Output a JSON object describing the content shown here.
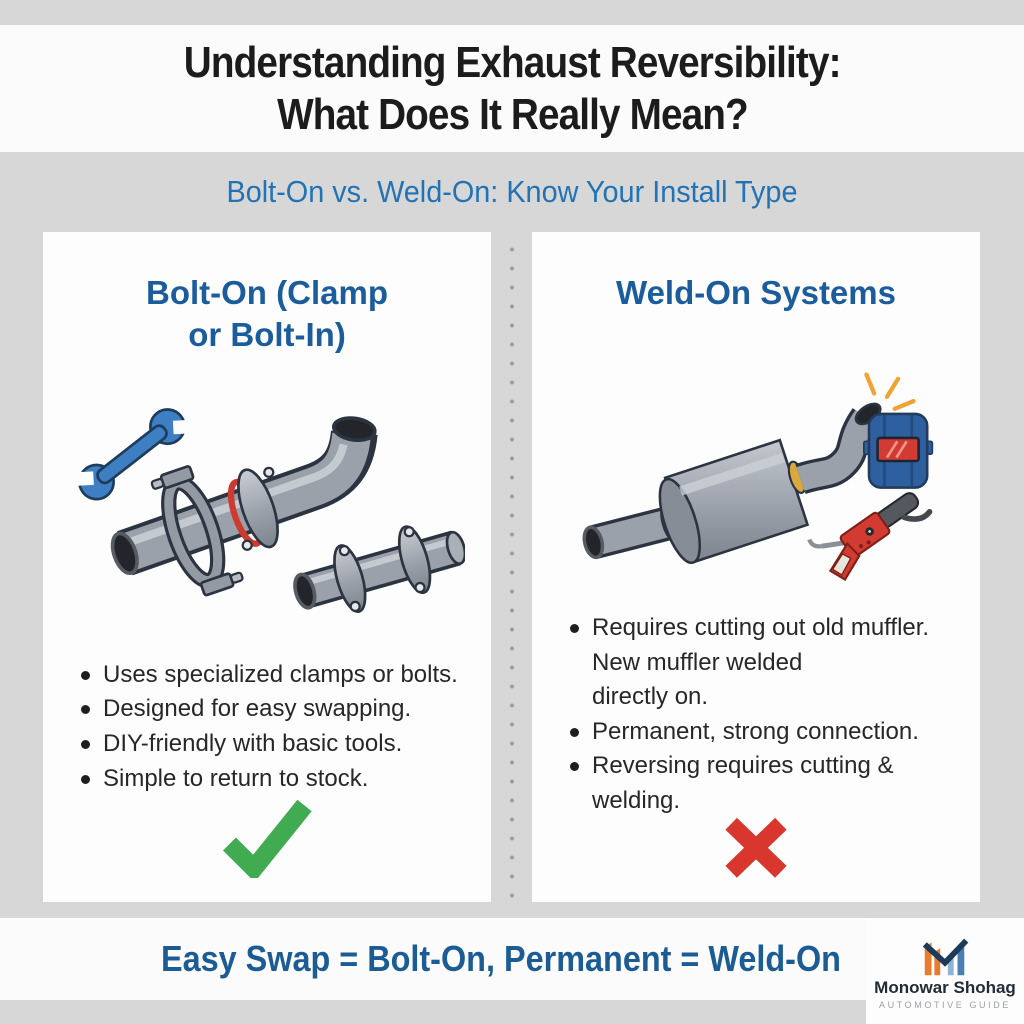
{
  "header": {
    "title_line1": "Understanding Exhaust Reversibility:",
    "title_line2": "What Does It Really Mean?",
    "subtitle": "Bolt-On vs. Weld-On: Know Your Install Type"
  },
  "panels": {
    "left": {
      "heading": "Bolt-On (Clamp\nor Bolt-In)",
      "illustration": "exhaust pipe with band clamp, flange gasket, spare flanged pipe and blue wrench",
      "bullets": [
        "Uses specialized clamps or bolts.",
        "Designed for easy swapping.",
        "DIY-friendly with basic tools.",
        "Simple to return to stock."
      ],
      "verdict": "checkmark"
    },
    "right": {
      "heading": "Weld-On Systems",
      "illustration": "muffler with welded gold joints, S-bend pipe, weld sparks, welding helmet and torch",
      "bullets": [
        "Requires cutting out old muffler.\nNew muffler welded\ndirectly on.",
        "Permanent, strong connection.",
        "Reversing requires cutting &\nwelding."
      ],
      "verdict": "cross"
    }
  },
  "footer": {
    "summary": "Easy Swap = Bolt-On, Permanent = Weld-On"
  },
  "brand": {
    "name": "Monowar Shohag",
    "tagline": "AUTOMOTIVE GUIDE"
  },
  "icons": {
    "left_panel": [
      "wrench-icon",
      "pipe-clamp",
      "flange-gasket",
      "checkmark-icon"
    ],
    "right_panel": [
      "muffler",
      "weld-sparks-icon",
      "welding-helmet-icon",
      "welding-torch-icon",
      "cross-icon"
    ],
    "brand": [
      "brand-logo-m-icon"
    ]
  },
  "colors": {
    "background": "#d7d7d7",
    "band_white": "#fbfbfb",
    "title_text": "#1c1c1c",
    "subtitle_blue": "#2273b5",
    "heading_blue": "#1b5c9c",
    "body_text": "#272727",
    "footer_blue": "#1b5c94",
    "check_green": "#41ab51",
    "cross_red": "#d9362e",
    "wrench_blue": "#3d7fc2",
    "helmet_blue": "#2e5f9f",
    "torch_red": "#d23b31",
    "spark_orange": "#f0a232",
    "pipe_gray": "#9ba1ab",
    "weld_gold": "#d9a93e",
    "gasket_red": "#cc3b2f",
    "logo_orange": "#e87c2c",
    "logo_navy": "#1d3a5a",
    "logo_lightblue": "#8fb4d8"
  }
}
